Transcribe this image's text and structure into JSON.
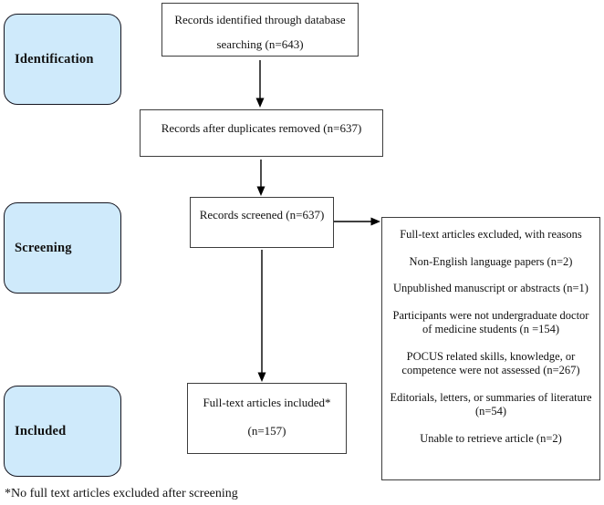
{
  "diagram": {
    "stages": [
      {
        "label": "Identification"
      },
      {
        "label": "Screening"
      },
      {
        "label": "Included"
      }
    ],
    "boxes": {
      "identified": {
        "line1": "Records identified through database",
        "line2": "searching (n=643)"
      },
      "duplicates_removed": {
        "text": "Records after duplicates removed (n=637)"
      },
      "screened": {
        "text": "Records screened (n=637)"
      },
      "included": {
        "line1": "Full-text articles included*",
        "line2": "(n=157)"
      },
      "excluded": {
        "title": "Full-text articles excluded, with reasons",
        "reasons": [
          "Non-English language papers (n=2)",
          "Unpublished manuscript or abstracts (n=1)",
          "Participants were not undergraduate doctor of medicine students (n =154)",
          "POCUS related skills, knowledge, or competence were not assessed (n=267)",
          "Editorials, letters, or summaries of literature (n=54)",
          "Unable to retrieve article (n=2)"
        ]
      }
    },
    "footnote": "*No full text articles excluded after screening",
    "colors": {
      "stage_fill": "#cfeafb",
      "stage_border": "#15151f",
      "box_border": "#3d3d3d",
      "arrow": "#000000"
    }
  }
}
